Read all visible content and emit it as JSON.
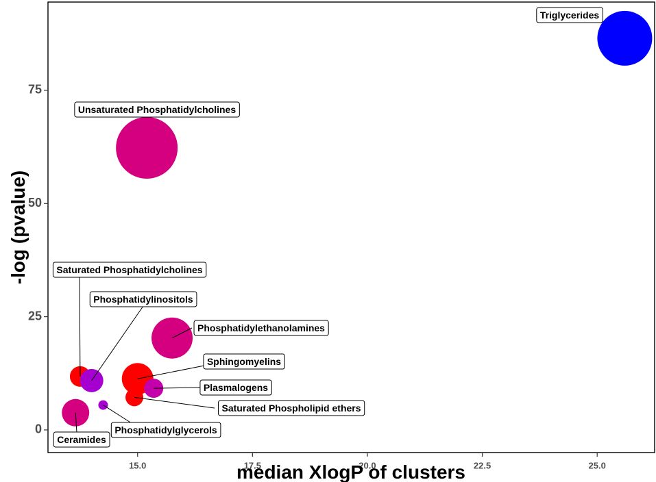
{
  "chart_data": {
    "type": "scatter",
    "subtype": "bubble",
    "title": "",
    "xlabel": "median XlogP of clusters",
    "ylabel": "-log (pvalue)",
    "xlim": [
      13.05,
      26.25
    ],
    "ylim": [
      -5,
      94.5
    ],
    "xticks": [
      15.0,
      17.5,
      20.0,
      22.5,
      25.0
    ],
    "xtick_labels": [
      "15.0",
      "17.5",
      "20.0",
      "22.5",
      "25.0"
    ],
    "yticks": [
      0,
      25,
      50,
      75
    ],
    "ytick_labels": [
      "0",
      "25",
      "50",
      "75"
    ],
    "grid": false,
    "legend": "none",
    "points": [
      {
        "label": "Triglycerides",
        "x": 25.6,
        "y": 86.5,
        "size": 40,
        "color": "#0000ff"
      },
      {
        "label": "Unsaturated Phosphatidylcholines",
        "x": 15.2,
        "y": 62.3,
        "size": 45,
        "color": "#d4007f"
      },
      {
        "label": "Phosphatidylethanolamines",
        "x": 15.75,
        "y": 20.3,
        "size": 30,
        "color": "#d4007f"
      },
      {
        "label": "Saturated Phosphatidylcholines",
        "x": 13.75,
        "y": 11.8,
        "size": 15,
        "color": "#ff0000"
      },
      {
        "label": "Phosphatidylinositols",
        "x": 14.0,
        "y": 10.9,
        "size": 17,
        "color": "#a600d0"
      },
      {
        "label": "Sphingomyelins",
        "x": 15.0,
        "y": 11.3,
        "size": 23,
        "color": "#ff0000"
      },
      {
        "label": "Plasmalogens",
        "x": 15.35,
        "y": 9.2,
        "size": 14,
        "color": "#c400aa"
      },
      {
        "label": "Saturated Phospholipid ethers",
        "x": 14.93,
        "y": 7.2,
        "size": 13,
        "color": "#ff0000"
      },
      {
        "label": "Phosphatidylglycerols",
        "x": 14.25,
        "y": 5.5,
        "size": 7,
        "color": "#a600d0"
      },
      {
        "label": "Ceramides",
        "x": 13.65,
        "y": 3.8,
        "size": 20,
        "color": "#d4007f"
      }
    ]
  }
}
